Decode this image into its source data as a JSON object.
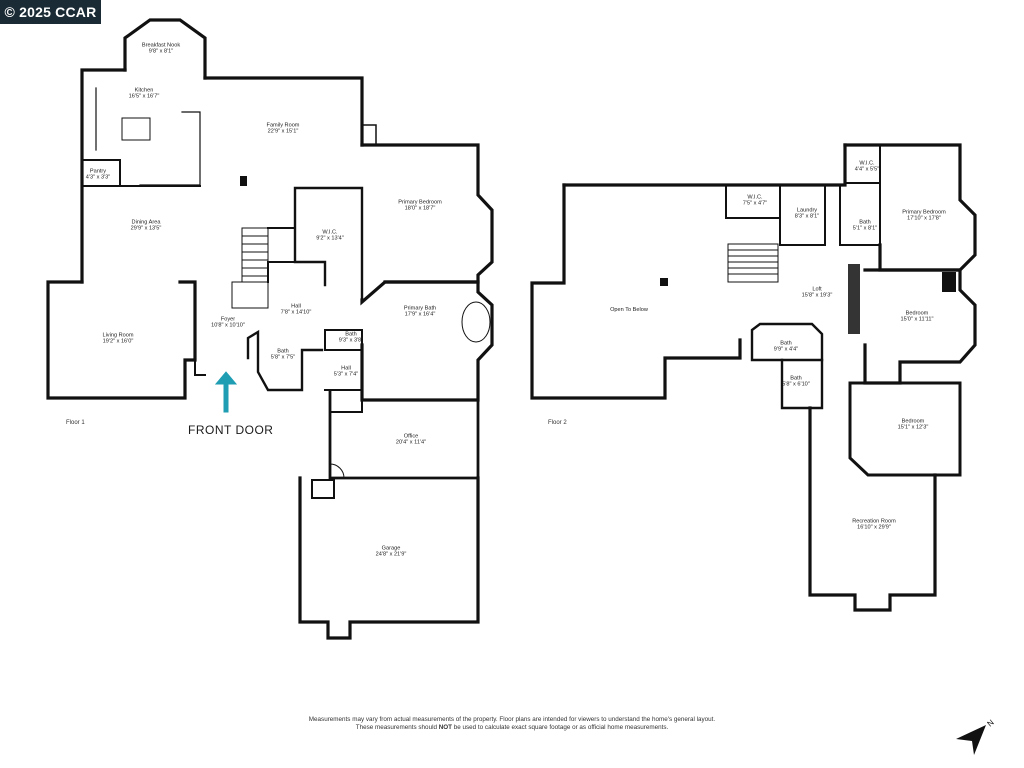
{
  "copyright": "© 2025 CCAR",
  "front_door": "FRONT DOOR",
  "north_label": "N",
  "disclaimer": {
    "part1": "Measurements may vary from actual measurements of the property. Floor plans are intended for viewers to understand the home's general layout.  These measurements should ",
    "emphasis": "NOT",
    "part2": " be used to calculate exact square footage or as official home measurements."
  },
  "floors": [
    {
      "label": "Floor 1",
      "rooms": [
        {
          "name": "Breakfast Nook",
          "dim": "9'8\" x 8'1\""
        },
        {
          "name": "Kitchen",
          "dim": "16'5\" x 16'7\""
        },
        {
          "name": "Family Room",
          "dim": "22'9\" x 15'1\""
        },
        {
          "name": "Pantry",
          "dim": "4'3\" x 3'3\""
        },
        {
          "name": "Dining Area",
          "dim": "29'9\" x 13'5\""
        },
        {
          "name": "W.I.C.",
          "dim": "9'2\" x 13'4\""
        },
        {
          "name": "Primary Bedroom",
          "dim": "18'0\" x 18'7\""
        },
        {
          "name": "Hall",
          "dim": "7'8\" x 14'10\""
        },
        {
          "name": "Primary Bath",
          "dim": "17'9\" x 16'4\""
        },
        {
          "name": "Living Room",
          "dim": "19'2\" x 16'0\""
        },
        {
          "name": "Foyer",
          "dim": "10'8\" x 10'10\""
        },
        {
          "name": "Bath",
          "dim": "9'3\" x 3'8\""
        },
        {
          "name": "Bath",
          "dim": "5'8\" x 7'5\""
        },
        {
          "name": "Hall",
          "dim": "5'3\" x 7'4\""
        },
        {
          "name": "Office",
          "dim": "20'4\" x 11'4\""
        },
        {
          "name": "Garage",
          "dim": "24'8\" x 21'9\""
        }
      ]
    },
    {
      "label": "Floor 2",
      "rooms": [
        {
          "name": "W.I.C.",
          "dim": "4'4\" x 5'5\""
        },
        {
          "name": "W.I.C.",
          "dim": "7'5\" x 4'7\""
        },
        {
          "name": "Laundry",
          "dim": "8'3\" x 8'1\""
        },
        {
          "name": "Primary Bedroom",
          "dim": "17'10\" x 17'8\""
        },
        {
          "name": "Bath",
          "dim": "5'1\" x 8'1\""
        },
        {
          "name": "Open To Below",
          "dim": ""
        },
        {
          "name": "Loft",
          "dim": "15'8\" x 19'3\""
        },
        {
          "name": "Bedroom",
          "dim": "15'0\" x 11'11\""
        },
        {
          "name": "Bath",
          "dim": "9'9\" x 4'4\""
        },
        {
          "name": "Bath",
          "dim": "5'8\" x 6'10\""
        },
        {
          "name": "Bedroom",
          "dim": "15'1\" x 12'3\""
        },
        {
          "name": "Recreation Room",
          "dim": "16'10\" x 29'9\""
        }
      ]
    }
  ]
}
